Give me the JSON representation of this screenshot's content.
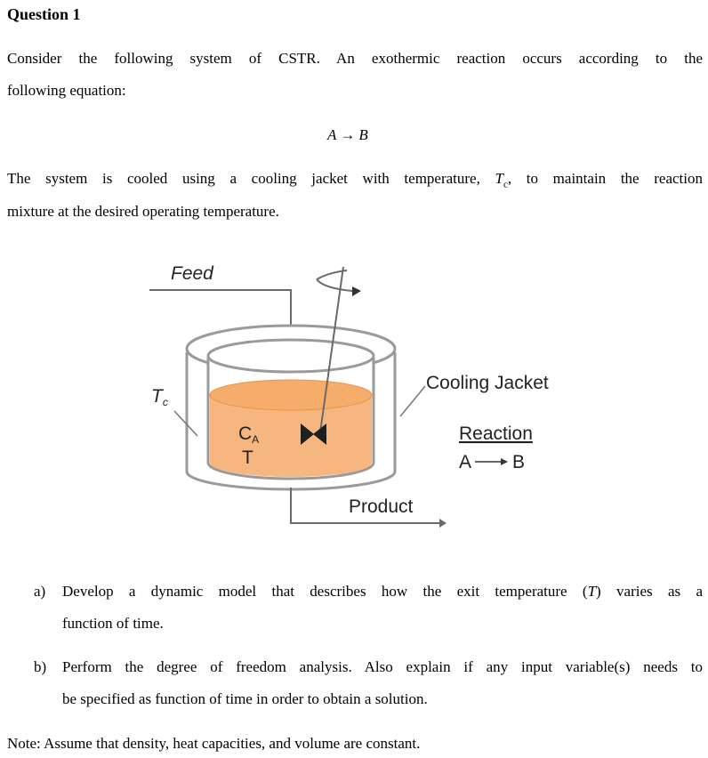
{
  "question": {
    "title": "Question 1",
    "intro_line1": "Consider the following system of CSTR. An exothermic reaction occurs according to the",
    "intro_line2": "following equation:",
    "equation_lhs": "A",
    "equation_arrow": "→",
    "equation_rhs": "B",
    "desc_line1_pre": "The system is cooled using a cooling jacket with temperature,",
    "desc_line1_tc": "T",
    "desc_line1_tc_sub": "c",
    "desc_line1_post": ", to maintain the reaction",
    "desc_line2": "mixture at the desired operating temperature."
  },
  "diagram": {
    "feed_label": "Feed",
    "tc_label": "T",
    "tc_sub": "c",
    "ca_label": "C",
    "ca_sub": "A",
    "t_label": "T",
    "cooling_jacket_label": "Cooling Jacket",
    "reaction_label": "Reaction",
    "reaction_eq_lhs": "A",
    "reaction_eq_rhs": "B",
    "product_label": "Product",
    "colors": {
      "liquid": "#f5b77f",
      "liquid_top": "#f6ad6b",
      "outline": "#9a9a9a",
      "pipe": "#6a6a6a"
    }
  },
  "parts": {
    "a_label": "a)",
    "a_line1_pre": "Develop a dynamic model that describes how the exit temperature (",
    "a_line1_T": "T",
    "a_line1_post": ") varies as a",
    "a_line2": "function of time.",
    "b_label": "b)",
    "b_line1": "Perform the degree of freedom analysis. Also explain if any input variable(s) needs to",
    "b_line2": "be specified as function of time in order to obtain a solution."
  },
  "note": "Note: Assume that density, heat capacities, and volume are constant."
}
